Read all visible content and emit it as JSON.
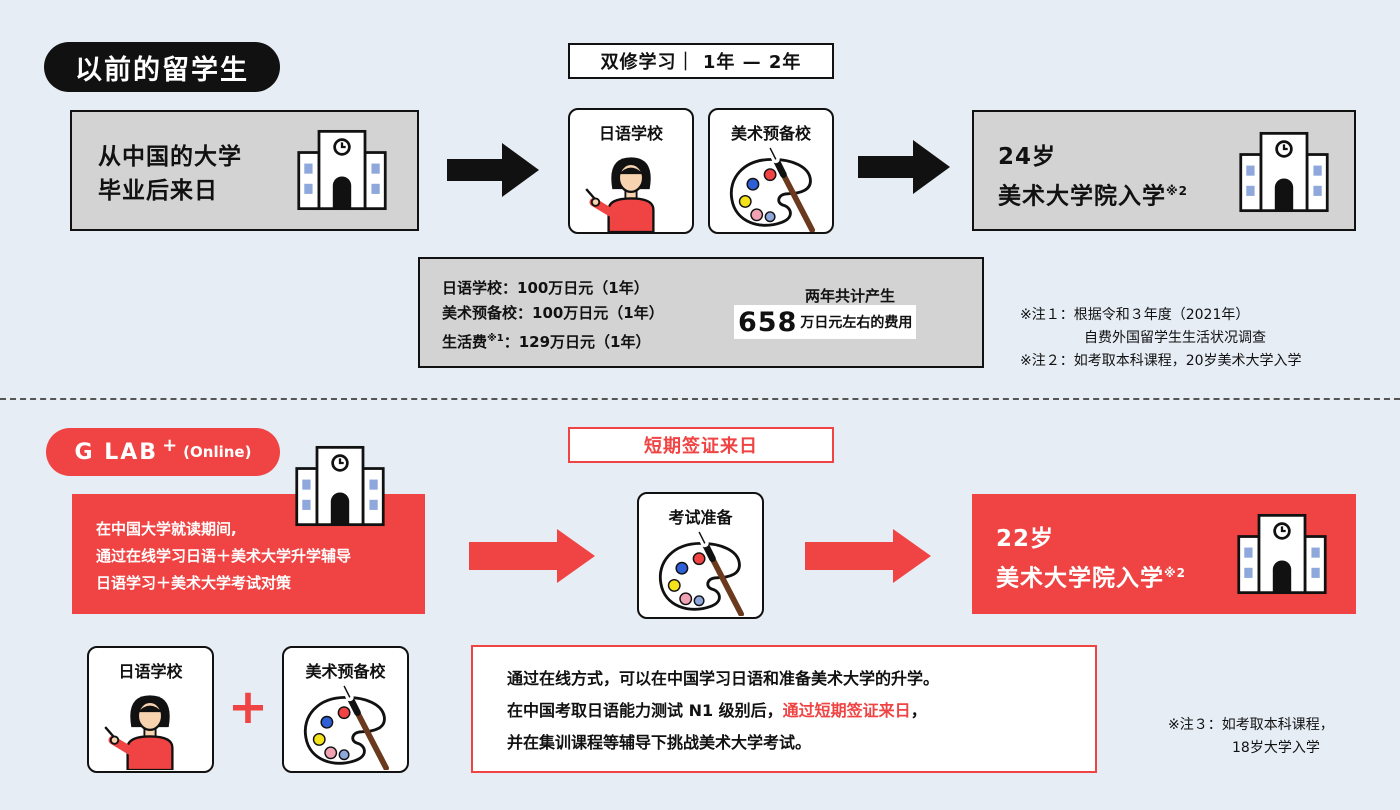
{
  "top": {
    "badge": "以前的留学生",
    "period_label": "双修学习｜ 1年 — 2年",
    "origin_line1": "从中国的大学",
    "origin_line2": "毕业后来日",
    "card_japanese": "日语学校",
    "card_art": "美术预备校",
    "result_age": "24岁",
    "result_line": "美术大学院入学",
    "result_sup": "※2",
    "costs": {
      "line1": "日语学校：100万日元（1年）",
      "line2": "美术预备校：100万日元（1年）",
      "line3_prefix": "生活费",
      "line3_sup": "※1",
      "line3_suffix": "：129万日元（1年）",
      "total_title": "两年共计产生",
      "total_number": "658",
      "total_suffix": "万日元左右的费用"
    },
    "notes": {
      "n1_a": "※注１：根据令和３年度（2021年）",
      "n1_b": "自费外国留学生生活状况调查",
      "n2": "※注２：如考取本科课程，20岁美术大学入学"
    }
  },
  "bottom": {
    "badge_main": "G LAB",
    "badge_plus": "+",
    "badge_sub": "(Online)",
    "visa_label": "短期签证来日",
    "origin_line1": "在中国大学就读期间,",
    "origin_line2": "通过在线学习日语＋美术大学升学辅导",
    "origin_line3": "日语学习＋美术大学考试对策",
    "card_exam": "考试准备",
    "result_age": "22岁",
    "result_line": "美术大学院入学",
    "result_sup": "※2",
    "card_japanese": "日语学校",
    "card_art": "美术预备校",
    "plus": "+",
    "desc_line1": "通过在线方式，可以在中国学习日语和准备美术大学的升学。",
    "desc_line2_a": "在中国考取日语能力测试 N1 级别后，",
    "desc_line2_red": "通过短期签证来日",
    "desc_line2_b": "，",
    "desc_line3": "并在集训课程等辅导下挑战美术大学考试。",
    "note3_a": "※注３：如考取本科课程，",
    "note3_b": "18岁大学入学"
  },
  "icons": {
    "building": "school-building-icon",
    "teacher": "teacher-icon",
    "palette": "paint-palette-icon",
    "arrow": "arrow-right-icon"
  },
  "colors": {
    "accent_red": "#f04343",
    "background": "#e6edf5",
    "gray_box": "#d3d3d3"
  }
}
